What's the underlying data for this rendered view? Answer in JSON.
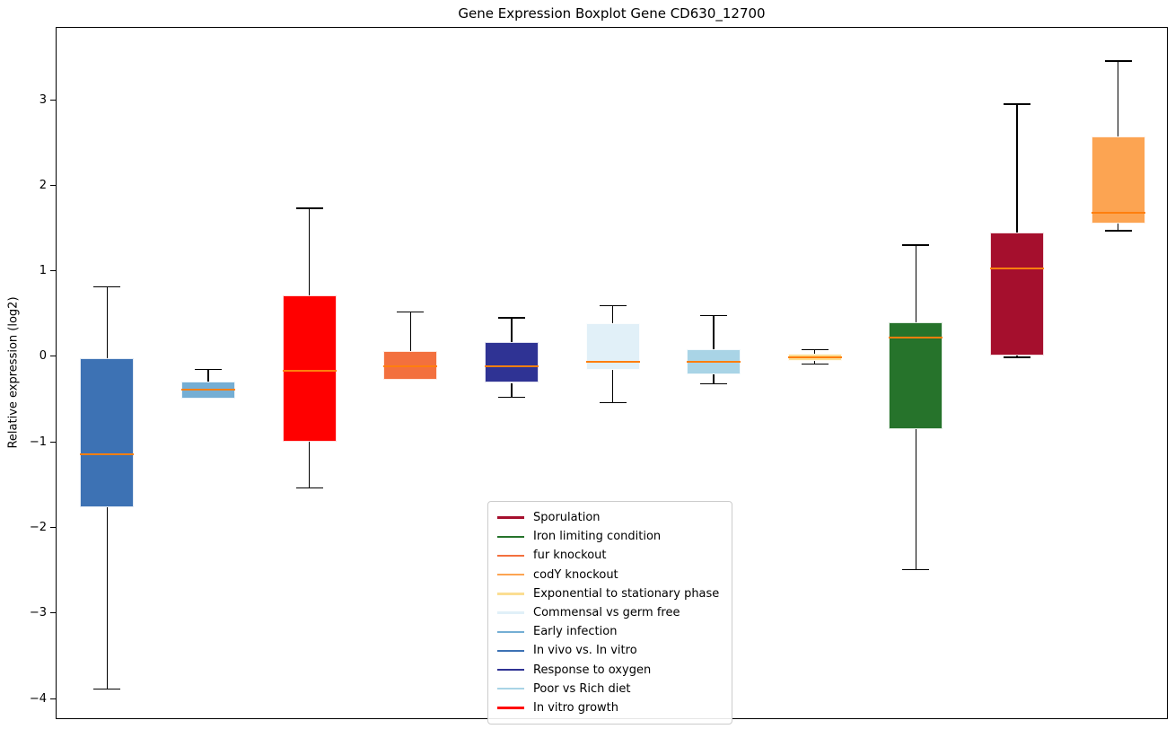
{
  "title": "Gene Expression Boxplot Gene CD630_12700",
  "chart_data": {
    "type": "boxplot",
    "title": "Gene Expression Boxplot Gene CD630_12700",
    "xlabel": "",
    "ylabel": "Relative expression (log2)",
    "ylim": [
      -4.24,
      3.85
    ],
    "yticks": [
      3,
      2,
      1,
      0,
      -1,
      -2,
      -3,
      -4
    ],
    "grid": false,
    "x_tick_labels": [],
    "median_color": "#FF7F0E",
    "whisker_color": "#000000",
    "series": [
      {
        "name": "In vivo vs. In vitro",
        "color": "#3D72B4",
        "min": -3.88,
        "q1": -1.75,
        "median": -1.13,
        "q3": -0.01,
        "max": 0.82
      },
      {
        "name": "Early infection",
        "color": "#74AED4",
        "min": -0.48,
        "q1": -0.48,
        "median": -0.38,
        "q3": -0.28,
        "max": -0.14
      },
      {
        "name": "In vitro growth",
        "color": "#FF0000",
        "min": -1.53,
        "q1": -0.99,
        "median": -0.16,
        "q3": 0.72,
        "max": 1.74
      },
      {
        "name": "fur knockout",
        "color": "#F3703E",
        "min": -0.26,
        "q1": -0.26,
        "median": -0.11,
        "q3": 0.07,
        "max": 0.53
      },
      {
        "name": "Response to oxygen",
        "color": "#2F3394",
        "min": -0.47,
        "q1": -0.3,
        "median": -0.11,
        "q3": 0.18,
        "max": 0.46
      },
      {
        "name": "Commensal vs germ free",
        "color": "#E1F0F8",
        "min": -0.53,
        "q1": -0.15,
        "median": -0.05,
        "q3": 0.4,
        "max": 0.6
      },
      {
        "name": "Poor vs Rich diet",
        "color": "#A9D4E6",
        "min": -0.31,
        "q1": -0.2,
        "median": -0.05,
        "q3": 0.09,
        "max": 0.49
      },
      {
        "name": "Exponential to stationary phase",
        "color": "#FBDE93",
        "min": -0.08,
        "q1": -0.04,
        "median": 0.0,
        "q3": 0.04,
        "max": 0.09
      },
      {
        "name": "Iron limiting condition",
        "color": "#26732B",
        "min": -2.48,
        "q1": -0.84,
        "median": 0.23,
        "q3": 0.41,
        "max": 1.31
      },
      {
        "name": "Sporulation",
        "color": "#A50F2D",
        "min": 0.0,
        "q1": 0.02,
        "median": 1.04,
        "q3": 1.46,
        "max": 2.96
      },
      {
        "name": "codY knockout",
        "color": "#FCA452",
        "min": 1.48,
        "q1": 1.56,
        "median": 1.69,
        "q3": 2.58,
        "max": 3.46
      }
    ],
    "legend": {
      "position": "lower center",
      "items": [
        {
          "label": "Sporulation",
          "color": "#A50F2D"
        },
        {
          "label": "Iron limiting condition",
          "color": "#26732B"
        },
        {
          "label": "fur knockout",
          "color": "#F3703E"
        },
        {
          "label": "codY knockout",
          "color": "#FCA452"
        },
        {
          "label": "Exponential to stationary phase",
          "color": "#FBDE93"
        },
        {
          "label": "Commensal vs germ free",
          "color": "#E1F0F8"
        },
        {
          "label": "Early infection",
          "color": "#74AED4"
        },
        {
          "label": "In vivo vs. In vitro",
          "color": "#3D72B4"
        },
        {
          "label": "Response to oxygen",
          "color": "#2F3394"
        },
        {
          "label": "Poor vs Rich diet",
          "color": "#A9D4E6"
        },
        {
          "label": "In vitro growth",
          "color": "#FF0000"
        }
      ]
    }
  }
}
